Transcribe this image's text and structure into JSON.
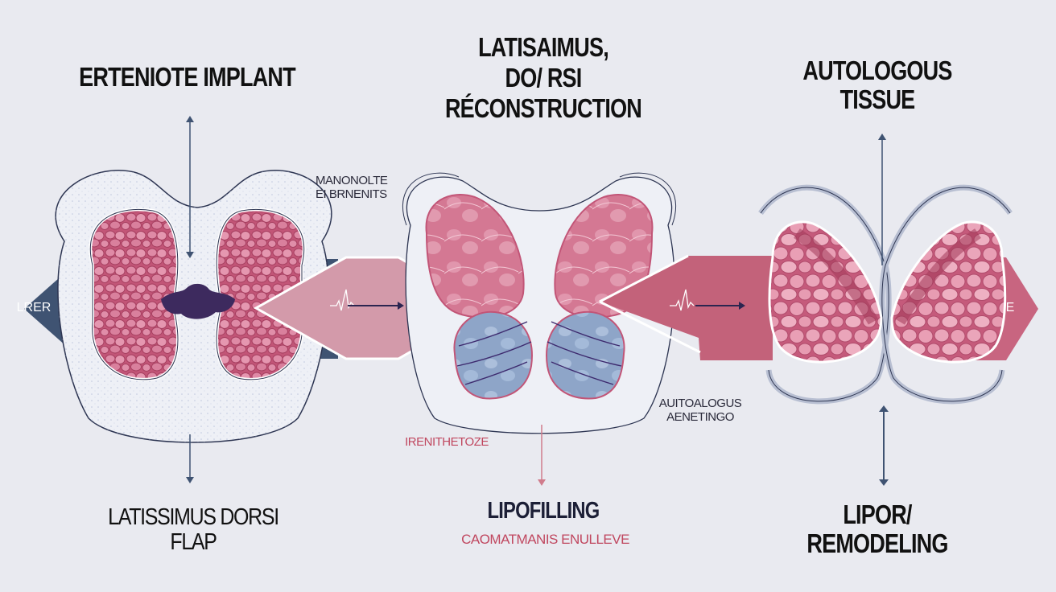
{
  "colors": {
    "background": "#e9eaf0",
    "navy": "#3f5372",
    "dark_purple": "#3d2a5e",
    "tissue_pink": "#c9607f",
    "tissue_light": "#e79ab2",
    "arrow_pink_light": "#d39aaa",
    "arrow_pink_dark": "#c3627a",
    "implant_blue": "#8fa6c9",
    "label_pink": "#c0475f"
  },
  "stages": [
    {
      "id": "implant",
      "title": "ERTENIOTE IMPLANT",
      "bottom_label": "LATISSIMUS DORSI\nFLAP"
    },
    {
      "id": "reconstruction",
      "title": "LATISAIMUS,\nDO/ RSI\nRÉCONSTRUCTION",
      "side_note": "MANONOLTE\nEI BRNENITS",
      "pink_note": "IRENITHETOZE",
      "bottom_label": "LIPOFILLING",
      "bottom_sublabel": "CAOMATMANIS ENULLEVE"
    },
    {
      "id": "autologous",
      "title": "AUTOLOGOUS\nTISSUE",
      "side_note": "AUITOALOGUS\nAENETINGO",
      "bottom_label": "LIPOR/\nREMODELING"
    }
  ],
  "arrows": {
    "left_arrow_label": "LRER",
    "right_arrow_label": "E"
  },
  "icons": {
    "pulse": "heartbeat-waveform",
    "flow": "right-arrow"
  }
}
